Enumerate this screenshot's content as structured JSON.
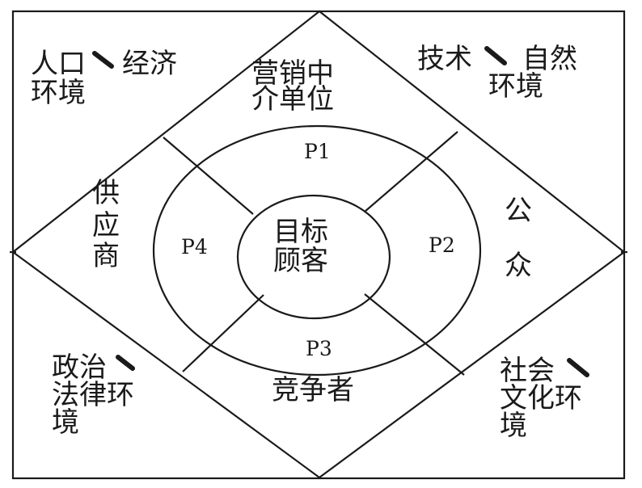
{
  "corners": {
    "top_left": [
      "人口",
      "环境"
    ],
    "top_left_right": "经济",
    "top_right": "技术",
    "top_right_right": [
      "自然",
      "环境"
    ],
    "bottom_left": [
      "政治",
      "法律环",
      "境"
    ],
    "bottom_right": [
      "社会",
      "文化环",
      "境"
    ]
  },
  "ring_outer": {
    "top": [
      "营销中",
      "介单位"
    ],
    "left": [
      "供",
      "应",
      "商"
    ],
    "right": [
      "公",
      "众"
    ],
    "bottom": "竞争者"
  },
  "ring_inner": {
    "p1": "P1",
    "p2": "P2",
    "p3": "P3",
    "p4": "P4"
  },
  "center": [
    "目标",
    "顾客"
  ]
}
